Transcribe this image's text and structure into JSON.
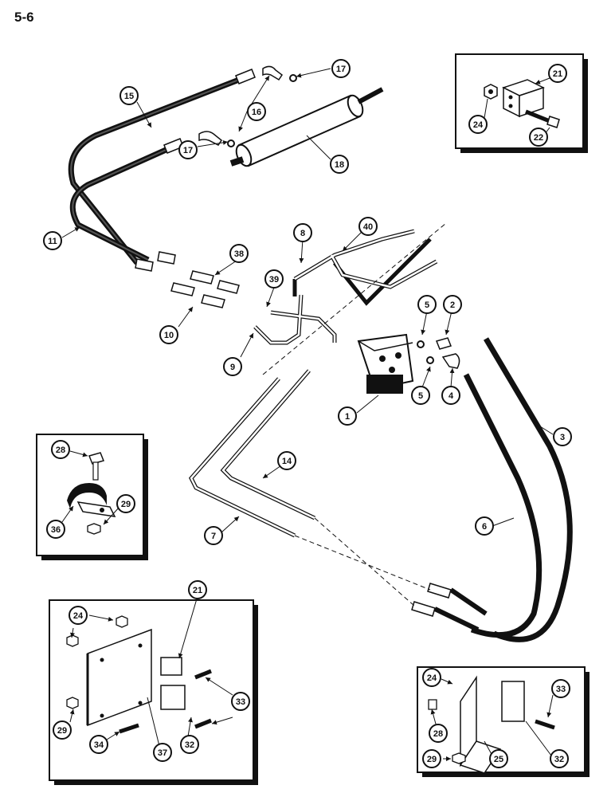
{
  "page": {
    "label": "5-6"
  },
  "callouts": [
    {
      "id": "c1",
      "text": "1"
    },
    {
      "id": "c2",
      "text": "2"
    },
    {
      "id": "c3",
      "text": "3"
    },
    {
      "id": "c4",
      "text": "4"
    },
    {
      "id": "c5a",
      "text": "5"
    },
    {
      "id": "c5b",
      "text": "5"
    },
    {
      "id": "c6",
      "text": "6"
    },
    {
      "id": "c7",
      "text": "7"
    },
    {
      "id": "c8",
      "text": "8"
    },
    {
      "id": "c9",
      "text": "9"
    },
    {
      "id": "c10",
      "text": "10"
    },
    {
      "id": "c11",
      "text": "11"
    },
    {
      "id": "c14",
      "text": "14"
    },
    {
      "id": "c15",
      "text": "15"
    },
    {
      "id": "c16",
      "text": "16"
    },
    {
      "id": "c17a",
      "text": "17"
    },
    {
      "id": "c17b",
      "text": "17"
    },
    {
      "id": "c18",
      "text": "18"
    },
    {
      "id": "c38",
      "text": "38"
    },
    {
      "id": "c39",
      "text": "39"
    },
    {
      "id": "c40",
      "text": "40"
    },
    {
      "id": "i1_21",
      "text": "21"
    },
    {
      "id": "i1_24",
      "text": "24"
    },
    {
      "id": "i1_22",
      "text": "22"
    },
    {
      "id": "i2_28",
      "text": "28"
    },
    {
      "id": "i2_29",
      "text": "29"
    },
    {
      "id": "i2_36",
      "text": "36"
    },
    {
      "id": "i3_24",
      "text": "24"
    },
    {
      "id": "i3_21",
      "text": "21"
    },
    {
      "id": "i3_33",
      "text": "33"
    },
    {
      "id": "i3_29",
      "text": "29"
    },
    {
      "id": "i3_34",
      "text": "34"
    },
    {
      "id": "i3_37",
      "text": "37"
    },
    {
      "id": "i3_32",
      "text": "32"
    },
    {
      "id": "i4_24",
      "text": "24"
    },
    {
      "id": "i4_33",
      "text": "33"
    },
    {
      "id": "i4_28",
      "text": "28"
    },
    {
      "id": "i4_29",
      "text": "29"
    },
    {
      "id": "i4_25",
      "text": "25"
    },
    {
      "id": "i4_32",
      "text": "32"
    }
  ]
}
